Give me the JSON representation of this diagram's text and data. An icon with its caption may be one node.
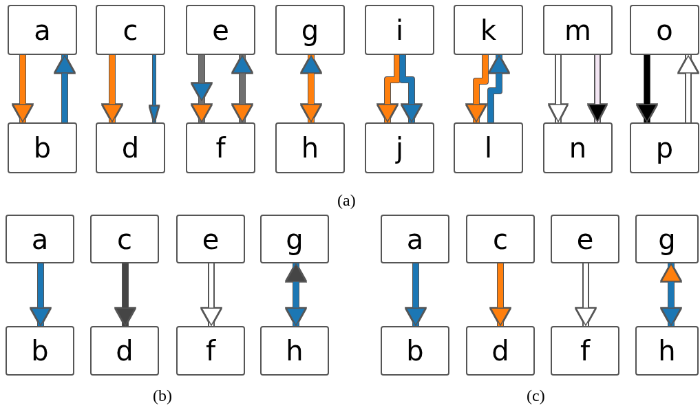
{
  "diagram": {
    "nodes": [
      {
        "text": [
          "a"
        ]
      },
      {
        "text": [
          "b"
        ]
      },
      {
        "text": [
          "c"
        ]
      },
      {
        "text": [
          "d"
        ]
      },
      {
        "text": [
          "e"
        ]
      },
      {
        "text": [
          "f"
        ]
      },
      {
        "text": [
          "g"
        ]
      },
      {
        "text": [
          "h"
        ]
      },
      {
        "text": [
          "i"
        ]
      },
      {
        "text": [
          "j"
        ]
      },
      {
        "text": [
          "k"
        ]
      },
      {
        "text": [
          "l"
        ]
      },
      {
        "text": [
          "m"
        ]
      },
      {
        "text": [
          "n"
        ]
      },
      {
        "text": [
          "o"
        ]
      },
      {
        "text": [
          "p"
        ]
      },
      {
        "text": [
          "a"
        ]
      },
      {
        "text": [
          "b"
        ]
      },
      {
        "text": [
          "c"
        ]
      },
      {
        "text": [
          "d"
        ]
      },
      {
        "text": [
          "e"
        ]
      },
      {
        "text": [
          "f"
        ]
      },
      {
        "text": [
          "g"
        ]
      },
      {
        "text": [
          "h"
        ]
      },
      {
        "text": [
          "a"
        ]
      },
      {
        "text": [
          "b"
        ]
      },
      {
        "text": [
          "c"
        ]
      },
      {
        "text": [
          "d"
        ]
      },
      {
        "text": [
          "e"
        ]
      },
      {
        "text": [
          "f"
        ]
      },
      {
        "text": [
          "g"
        ]
      },
      {
        "text": [
          "h"
        ]
      }
    ],
    "edges": [
      {
        "from": 0,
        "to": 1,
        "arrow": "to",
        "color": "#ff7f0e"
      },
      {
        "from": 1,
        "to": 0,
        "arrow": "to",
        "color": "#1f77b4"
      },
      {
        "from": 2,
        "to": 3,
        "arrow": "to",
        "color": "#ff7f0e"
      },
      {
        "from": 2,
        "to": 3,
        "arrow": "to",
        "color": "#1f77b4"
      },
      {
        "from": 4,
        "to": 5,
        "arrow": "to",
        "color": "#707070"
      },
      {
        "from": 4,
        "to": 5,
        "arrow": "both",
        "color": "#707070"
      },
      {
        "from": 6,
        "to": 7,
        "arrow": "both",
        "color": "#ff7f0e"
      },
      {
        "from": 8,
        "to": 9,
        "arrow": "to",
        "color": "#ff7f0e"
      },
      {
        "from": 8,
        "to": 9,
        "arrow": "to",
        "color": "#1f77b4"
      },
      {
        "from": 10,
        "to": 11,
        "arrow": "to",
        "color": "#ff7f0e"
      },
      {
        "from": 11,
        "to": 10,
        "arrow": "to",
        "color": "#1f77b4"
      },
      {
        "from": 12,
        "to": 13,
        "arrow": "to",
        "color": "#ffffff"
      },
      {
        "from": 12,
        "to": 13,
        "arrow": "to",
        "color": "#f3e6f3"
      },
      {
        "from": 14,
        "to": 15,
        "arrow": "to",
        "color": "#000000"
      },
      {
        "from": 15,
        "to": 14,
        "arrow": "to",
        "color": "#ffffff"
      },
      {
        "from": 16,
        "to": 17,
        "arrow": "to",
        "color": "#1f77b4"
      },
      {
        "from": 18,
        "to": 19,
        "arrow": "to",
        "color": "#444444"
      },
      {
        "from": 20,
        "to": 21,
        "arrow": "to",
        "color": "#ffffff"
      },
      {
        "from": 22,
        "to": 23,
        "arrow": "both",
        "color": "#1f77b4"
      },
      {
        "from": 24,
        "to": 25,
        "arrow": "to",
        "color": "#1f77b4"
      },
      {
        "from": 26,
        "to": 27,
        "arrow": "to",
        "color": "#ff7f0e"
      },
      {
        "from": 28,
        "to": 29,
        "arrow": "to",
        "color": "#ffffff"
      },
      {
        "from": 30,
        "to": 31,
        "arrow": "both",
        "color": "#1f77b4"
      }
    ],
    "labels": [
      "(a)",
      "(b)",
      "(c)"
    ]
  }
}
